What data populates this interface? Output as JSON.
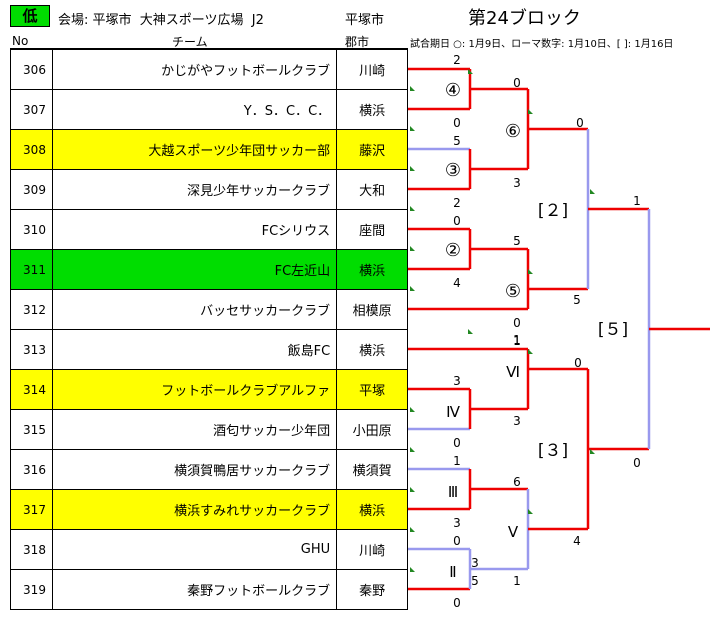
{
  "header": {
    "badge": "低",
    "venue": "会場: 平塚市  大神スポーツ広場  J2",
    "city": "平塚市",
    "block": "第24ブロック",
    "legend": "試合期日 ○: 1月9日、ローマ数字: 1月10日、[ ]: 1月16日"
  },
  "columns": {
    "no": "No",
    "team": "チーム",
    "city": "郡市"
  },
  "teams": [
    {
      "no": "306",
      "name": "かじがやフットボールクラブ",
      "city": "川崎",
      "hl": ""
    },
    {
      "no": "307",
      "name": "Y．S．C．C．",
      "city": "横浜",
      "hl": ""
    },
    {
      "no": "308",
      "name": "大越スポーツ少年団サッカー部",
      "city": "藤沢",
      "hl": "yellow"
    },
    {
      "no": "309",
      "name": "深見少年サッカークラブ",
      "city": "大和",
      "hl": ""
    },
    {
      "no": "310",
      "name": "FCシリウス",
      "city": "座間",
      "hl": ""
    },
    {
      "no": "311",
      "name": "FC左近山",
      "city": "横浜",
      "hl": "green"
    },
    {
      "no": "312",
      "name": "バッセサッカークラブ",
      "city": "相模原",
      "hl": ""
    },
    {
      "no": "313",
      "name": "飯島FC",
      "city": "横浜",
      "hl": ""
    },
    {
      "no": "314",
      "name": "フットボールクラブアルファ",
      "city": "平塚",
      "hl": "yellow"
    },
    {
      "no": "315",
      "name": "酒匂サッカー少年団",
      "city": "小田原",
      "hl": ""
    },
    {
      "no": "316",
      "name": "横須賀鴨居サッカークラブ",
      "city": "横須賀",
      "hl": ""
    },
    {
      "no": "317",
      "name": "横浜すみれサッカークラブ",
      "city": "横浜",
      "hl": "yellow"
    },
    {
      "no": "318",
      "name": "GHU",
      "city": "川崎",
      "hl": ""
    },
    {
      "no": "319",
      "name": "秦野フットボールクラブ",
      "city": "秦野",
      "hl": ""
    }
  ],
  "bracket": {
    "match_labels": {
      "m4": "④",
      "m3": "③",
      "m2": "②",
      "m6": "⑥",
      "m5": "⑤",
      "mII": "Ⅱ",
      "mIII": "Ⅲ",
      "mIV": "Ⅳ",
      "mV": "Ⅴ",
      "mVI": "Ⅵ",
      "b2": "[２]",
      "b3": "[３]",
      "b5": "[５]"
    },
    "scores": {
      "s306": "2",
      "s307": "0",
      "s308": "5",
      "s309": "2",
      "s310": "0",
      "s311": "4",
      "s312": "0",
      "s313": "1",
      "s314": "3",
      "s315": "0",
      "s316": "1",
      "s317": "3",
      "s318": "0",
      "s319": "0",
      "sII_top": "3",
      "sII_bot": "5",
      "s4": "0",
      "s6_top": "0",
      "s3": "3",
      "s2": "5",
      "s5": "5",
      "sVI_top": "0",
      "sIV": "3",
      "sIII": "6",
      "sV": "1",
      "s2b": "1",
      "s3b": "0",
      "s5b_top": "1",
      "s5b_bot": "4"
    }
  },
  "colors": {
    "winner": "#ee0000",
    "loser": "#9999ee",
    "yellow": "#ffff00",
    "green": "#00dd00"
  }
}
